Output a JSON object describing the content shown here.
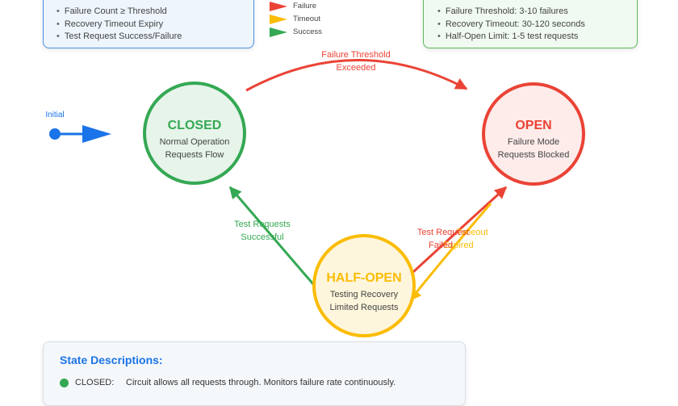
{
  "triggers": {
    "items": [
      "Failure Count ≥ Threshold",
      "Recovery Timeout Expiry",
      "Test Request Success/Failure"
    ]
  },
  "legend": {
    "items": [
      {
        "label": "Failure",
        "color": "#ea4335"
      },
      {
        "label": "Timeout",
        "color": "#fbbc04"
      },
      {
        "label": "Success",
        "color": "#34a853"
      }
    ]
  },
  "config": {
    "items": [
      "Failure Threshold: 3-10 failures",
      "Recovery Timeout: 30-120 seconds",
      "Half-Open Limit: 1-5 test requests"
    ]
  },
  "diagram": {
    "initial_label": "Initial",
    "states": {
      "closed": {
        "title": "CLOSED",
        "line1": "Normal Operation",
        "line2": "Requests Flow",
        "color": "#34a853",
        "fill": "#e6f4ea"
      },
      "open": {
        "title": "OPEN",
        "line1": "Failure Mode",
        "line2": "Requests Blocked",
        "color": "#ea4335",
        "fill": "#fdecea"
      },
      "half_open": {
        "title": "HALF-OPEN",
        "line1": "Testing Recovery",
        "line2": "Limited Requests",
        "color": "#fbbc04",
        "fill": "#fef6dc"
      }
    },
    "edges": {
      "closed_to_open": {
        "line1": "Failure Threshold",
        "line2": "Exceeded",
        "color": "#ea4335"
      },
      "half_to_closed": {
        "line1": "Test Requests",
        "line2": "Successful",
        "color": "#34a853"
      },
      "half_to_open": {
        "line1": "Test Request",
        "line2": "Failed",
        "color": "#ea4335"
      },
      "open_to_half": {
        "line1": "Timeout",
        "line2": "Expired",
        "color": "#fbbc04"
      }
    }
  },
  "descriptions": {
    "title": "State Descriptions:",
    "rows": [
      {
        "state": "CLOSED:",
        "text": "Circuit allows all requests through. Monitors failure rate continuously."
      }
    ]
  }
}
